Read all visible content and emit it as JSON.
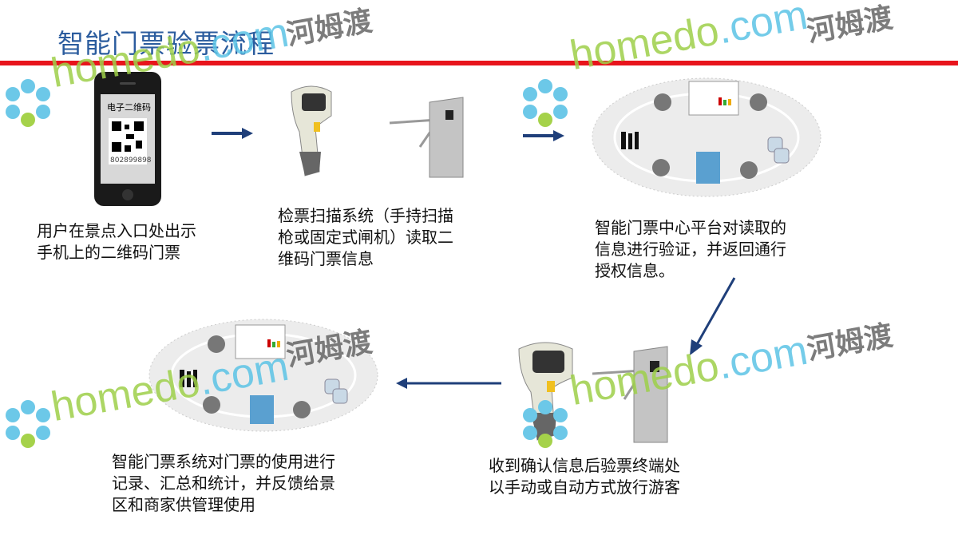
{
  "title": "智能门票验票流程",
  "phone": {
    "screen_label": "电子二维码",
    "code_number": "802899898"
  },
  "steps": [
    {
      "lines": [
        "用户在景点入口处出示",
        "手机上的二维码门票"
      ]
    },
    {
      "lines": [
        "检票扫描系统（手持扫描",
        "枪或固定式闸机）读取二",
        "维码门票信息"
      ]
    },
    {
      "lines": [
        "智能门票中心平台对读取的",
        "信息进行验证，并返回通行",
        "授权信息。"
      ]
    },
    {
      "lines": [
        "智能门票系统对门票的使用进行",
        "记录、汇总和统计，并反馈给景",
        "区和商家供管理使用"
      ]
    },
    {
      "lines": [
        "收到确认信息后验票终端处",
        "以手动或自动方式放行游客"
      ]
    }
  ],
  "watermark": {
    "en_a": "homedo",
    "en_b": ".com",
    "cn": "河姆渡"
  },
  "colors": {
    "title": "#2b5c9e",
    "rule": "#e8141c",
    "arrow": "#1f3f7a"
  }
}
